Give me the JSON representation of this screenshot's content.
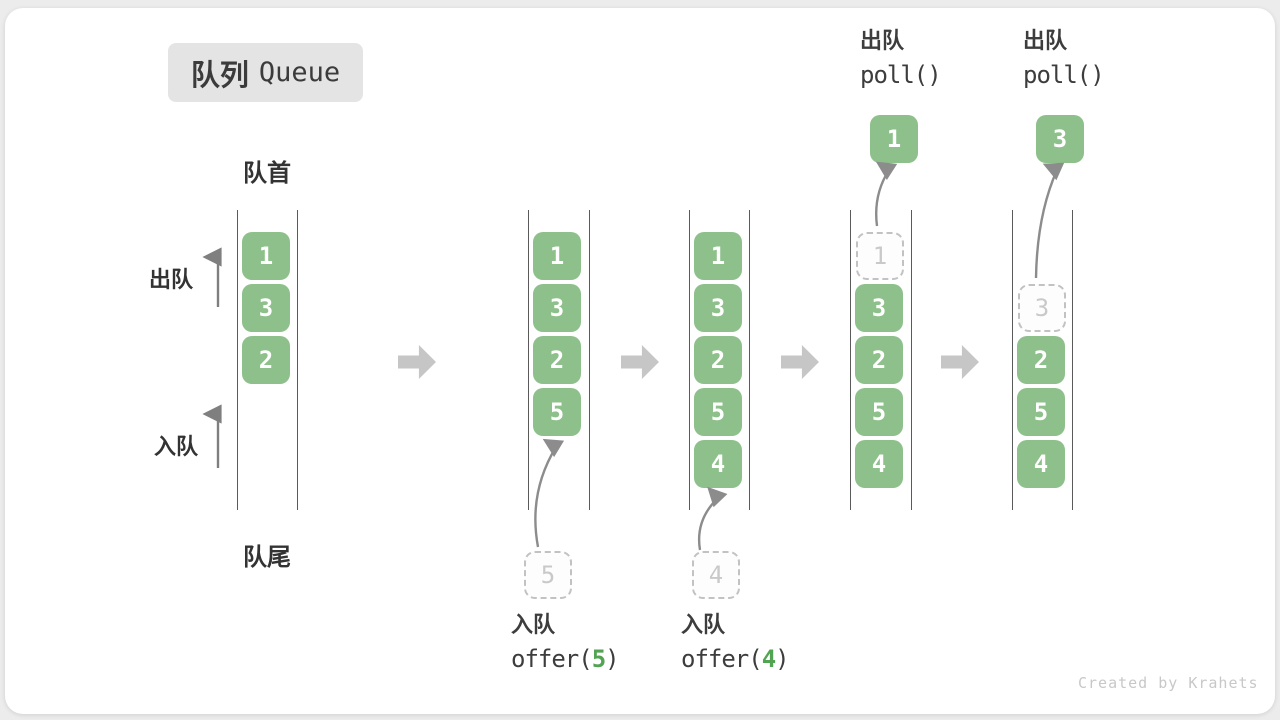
{
  "title": {
    "zh": "队列",
    "en": "Queue"
  },
  "labels": {
    "front": "队首",
    "rear": "队尾",
    "dequeue": "出队",
    "enqueue": "入队"
  },
  "columns": [
    {
      "blocks": [
        "1",
        "3",
        "2"
      ]
    },
    {
      "blocks": [
        "1",
        "3",
        "2",
        "5"
      ],
      "pending": "5",
      "caption": {
        "action": "入队",
        "call_pre": "offer(",
        "arg": "5",
        "call_post": ")"
      }
    },
    {
      "blocks": [
        "1",
        "3",
        "2",
        "5",
        "4"
      ],
      "pending": "4",
      "caption": {
        "action": "入队",
        "call_pre": "offer(",
        "arg": "4",
        "call_post": ")"
      }
    },
    {
      "blocks": [
        "3",
        "2",
        "5",
        "4"
      ],
      "removed": "1",
      "dequeued": "1",
      "caption": {
        "action": "出队",
        "call": "poll()"
      }
    },
    {
      "blocks": [
        "2",
        "5",
        "4"
      ],
      "removed": "3",
      "dequeued": "3",
      "caption": {
        "action": "出队",
        "call": "poll()"
      }
    }
  ],
  "watermark": "Created by Krahets",
  "colors": {
    "block_green": "#8dc08a",
    "accent_green": "#52a352",
    "step_arrow_gray": "#c6c6c6",
    "wall_gray": "#5a5a5a",
    "title_box_bg": "#e4e4e4"
  }
}
